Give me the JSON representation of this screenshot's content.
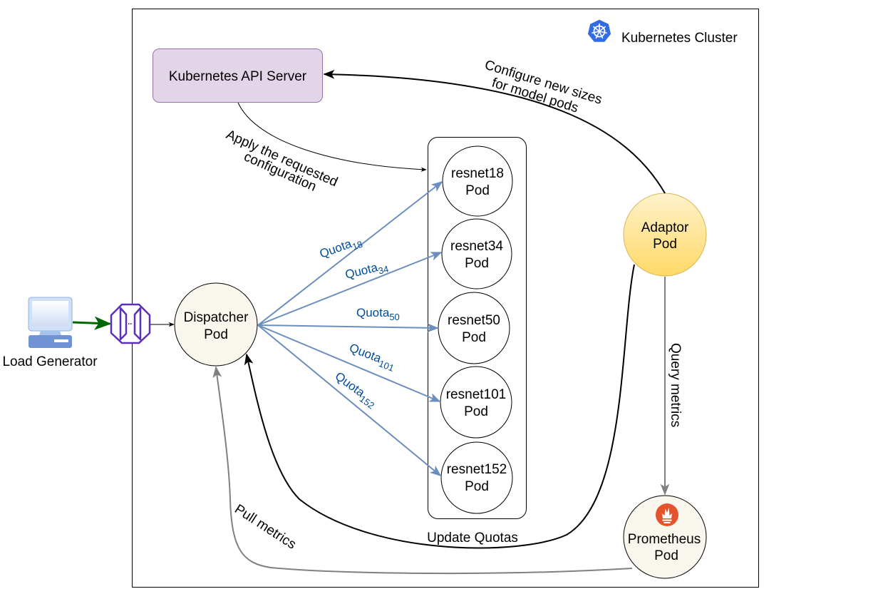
{
  "cluster": {
    "label": "Kubernetes Cluster",
    "icon": "kubernetes-icon"
  },
  "api_server": {
    "label": "Kubernetes API Server"
  },
  "load_generator": {
    "label": "Load Generator",
    "icon": "monitor-icon"
  },
  "gateway": {
    "icon": "api-gateway-icon"
  },
  "dispatcher": {
    "line1": "Dispatcher",
    "line2": "Pod"
  },
  "adaptor": {
    "line1": "Adaptor",
    "line2": "Pod"
  },
  "prometheus": {
    "line1": "Prometheus",
    "line2": "Pod",
    "icon": "prometheus-icon"
  },
  "model_pods": [
    {
      "line1": "resnet18",
      "line2": "Pod",
      "quota_base": "Quota",
      "quota_sub": "18"
    },
    {
      "line1": "resnet34",
      "line2": "Pod",
      "quota_base": "Quota",
      "quota_sub": "34"
    },
    {
      "line1": "resnet50",
      "line2": "Pod",
      "quota_base": "Quota",
      "quota_sub": "50"
    },
    {
      "line1": "resnet101",
      "line2": "Pod",
      "quota_base": "Quota",
      "quota_sub": "101"
    },
    {
      "line1": "resnet152",
      "line2": "Pod",
      "quota_base": "Quota",
      "quota_sub": "152"
    }
  ],
  "edges": {
    "apply_config_line1": "Apply the requested",
    "apply_config_line2": "configuration",
    "configure_line1": "Configure new sizes",
    "configure_line2": "for model pods",
    "query_metrics": "Query metrics",
    "update_quotas": "Update Quotas",
    "pull_metrics": "Pull metrics"
  },
  "colors": {
    "api_server_fill": "#e1d5e7",
    "api_server_stroke": "#9673a6",
    "pod_fill": "#f9f7ed",
    "adaptor_fill_top": "#fff2cc",
    "adaptor_fill_bottom": "#ffd966",
    "adaptor_stroke": "#d6b656",
    "quota_arrow": "#6c8ebf",
    "quota_text": "#004c99",
    "green_arrow": "#006600",
    "gray_arrow": "#808080",
    "kubernetes_blue": "#326ce5",
    "prometheus_orange": "#e6522c",
    "gateway_purple": "#5a30b5"
  }
}
